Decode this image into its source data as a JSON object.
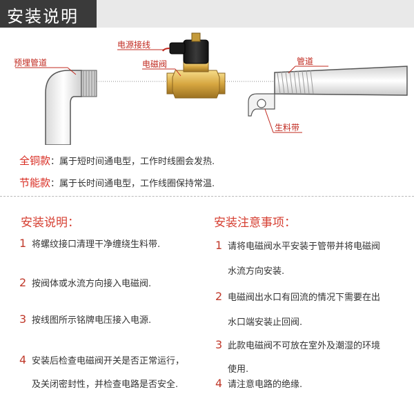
{
  "header": {
    "title": "安装说明"
  },
  "diagram": {
    "labels": {
      "embedded_pipe": "预埋管道",
      "power_wiring": "电源接线",
      "solenoid_valve": "电磁阀",
      "pipe": "管道",
      "ptfe_tape": "生料带"
    }
  },
  "valve_types": [
    {
      "name": "全铜款",
      "desc": "：属于短时间通电型，工作时线圈会发热."
    },
    {
      "name": "节能款",
      "desc": "：属于长时间通电型，工作线圈保持常温."
    }
  ],
  "install": {
    "title": "安装说明：",
    "steps": [
      {
        "num": "1",
        "lines": [
          "将螺纹接口清理干净缠绕生料带."
        ]
      },
      {
        "num": "2",
        "lines": [
          "按阀体或水流方向接入电磁阀."
        ]
      },
      {
        "num": "3",
        "lines": [
          "按线图所示铭牌电压接入电源."
        ]
      },
      {
        "num": "4",
        "lines": [
          "安装后检查电磁阀开关是否正常运行，",
          "及关闭密封性，并检查电路是否安全."
        ]
      }
    ]
  },
  "notes": {
    "title": "安装注意事项：",
    "steps": [
      {
        "num": "1",
        "lines": [
          "请将电磁阀水平安装于管带并将电磁阀",
          "水流方向安装."
        ]
      },
      {
        "num": "2",
        "lines": [
          "电磁阀出水口有回流的情况下需要在出",
          "水口端安装止回阀."
        ]
      },
      {
        "num": "3",
        "lines": [
          "此款电磁阀不可放在室外及潮湿的环境",
          "使用."
        ]
      },
      {
        "num": "4",
        "lines": [
          "请注意电路的绝缘."
        ]
      }
    ]
  }
}
